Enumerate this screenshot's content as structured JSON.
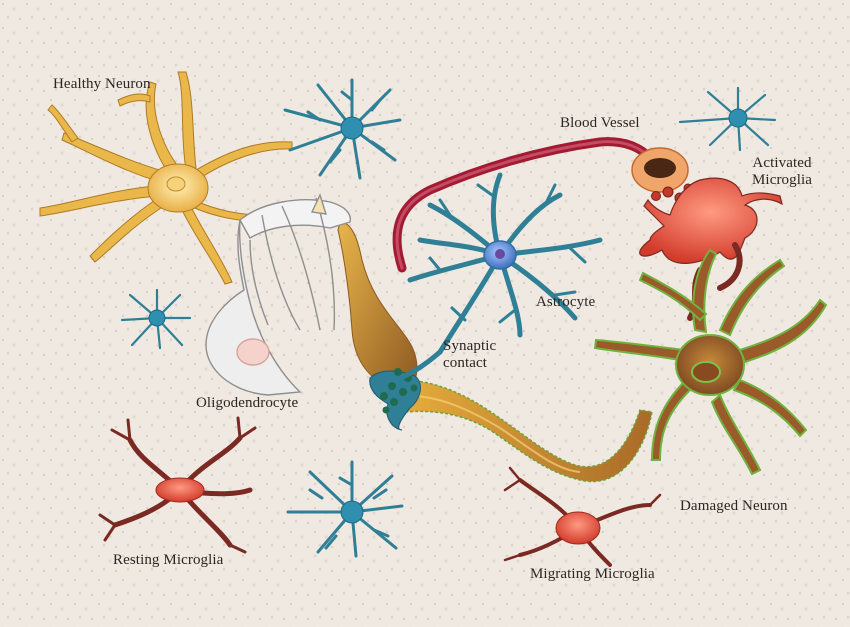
{
  "labels": {
    "healthy_neuron": "Healthy Neuron",
    "blood_vessel": "Blood Vessel",
    "activated_microglia_line1": "Activated",
    "activated_microglia_line2": "Microglia",
    "astrocyte": "Astrocyte",
    "synaptic_contact_line1": "Synaptic",
    "synaptic_contact_line2": "contact",
    "oligodendrocyte": "Oligodendrocyte",
    "damaged_neuron": "Damaged Neuron",
    "resting_microglia": "Resting Microglia",
    "migrating_microglia": "Migrating Microglia"
  },
  "colors": {
    "background": "#efe9e1",
    "neuron": "#eab84a",
    "axon": "#c98a2c",
    "astrocyte": "#2f7f96",
    "astro_nucleus": "#5a8fd0",
    "vessel": "#a11b33",
    "microglia": "#e2533e",
    "microglia_branch": "#7a2a22",
    "damaged": "#9a5a2a",
    "damage_halo": "#6fb23f",
    "oligo": "#ececec",
    "synapse": "#1f6b4f"
  }
}
